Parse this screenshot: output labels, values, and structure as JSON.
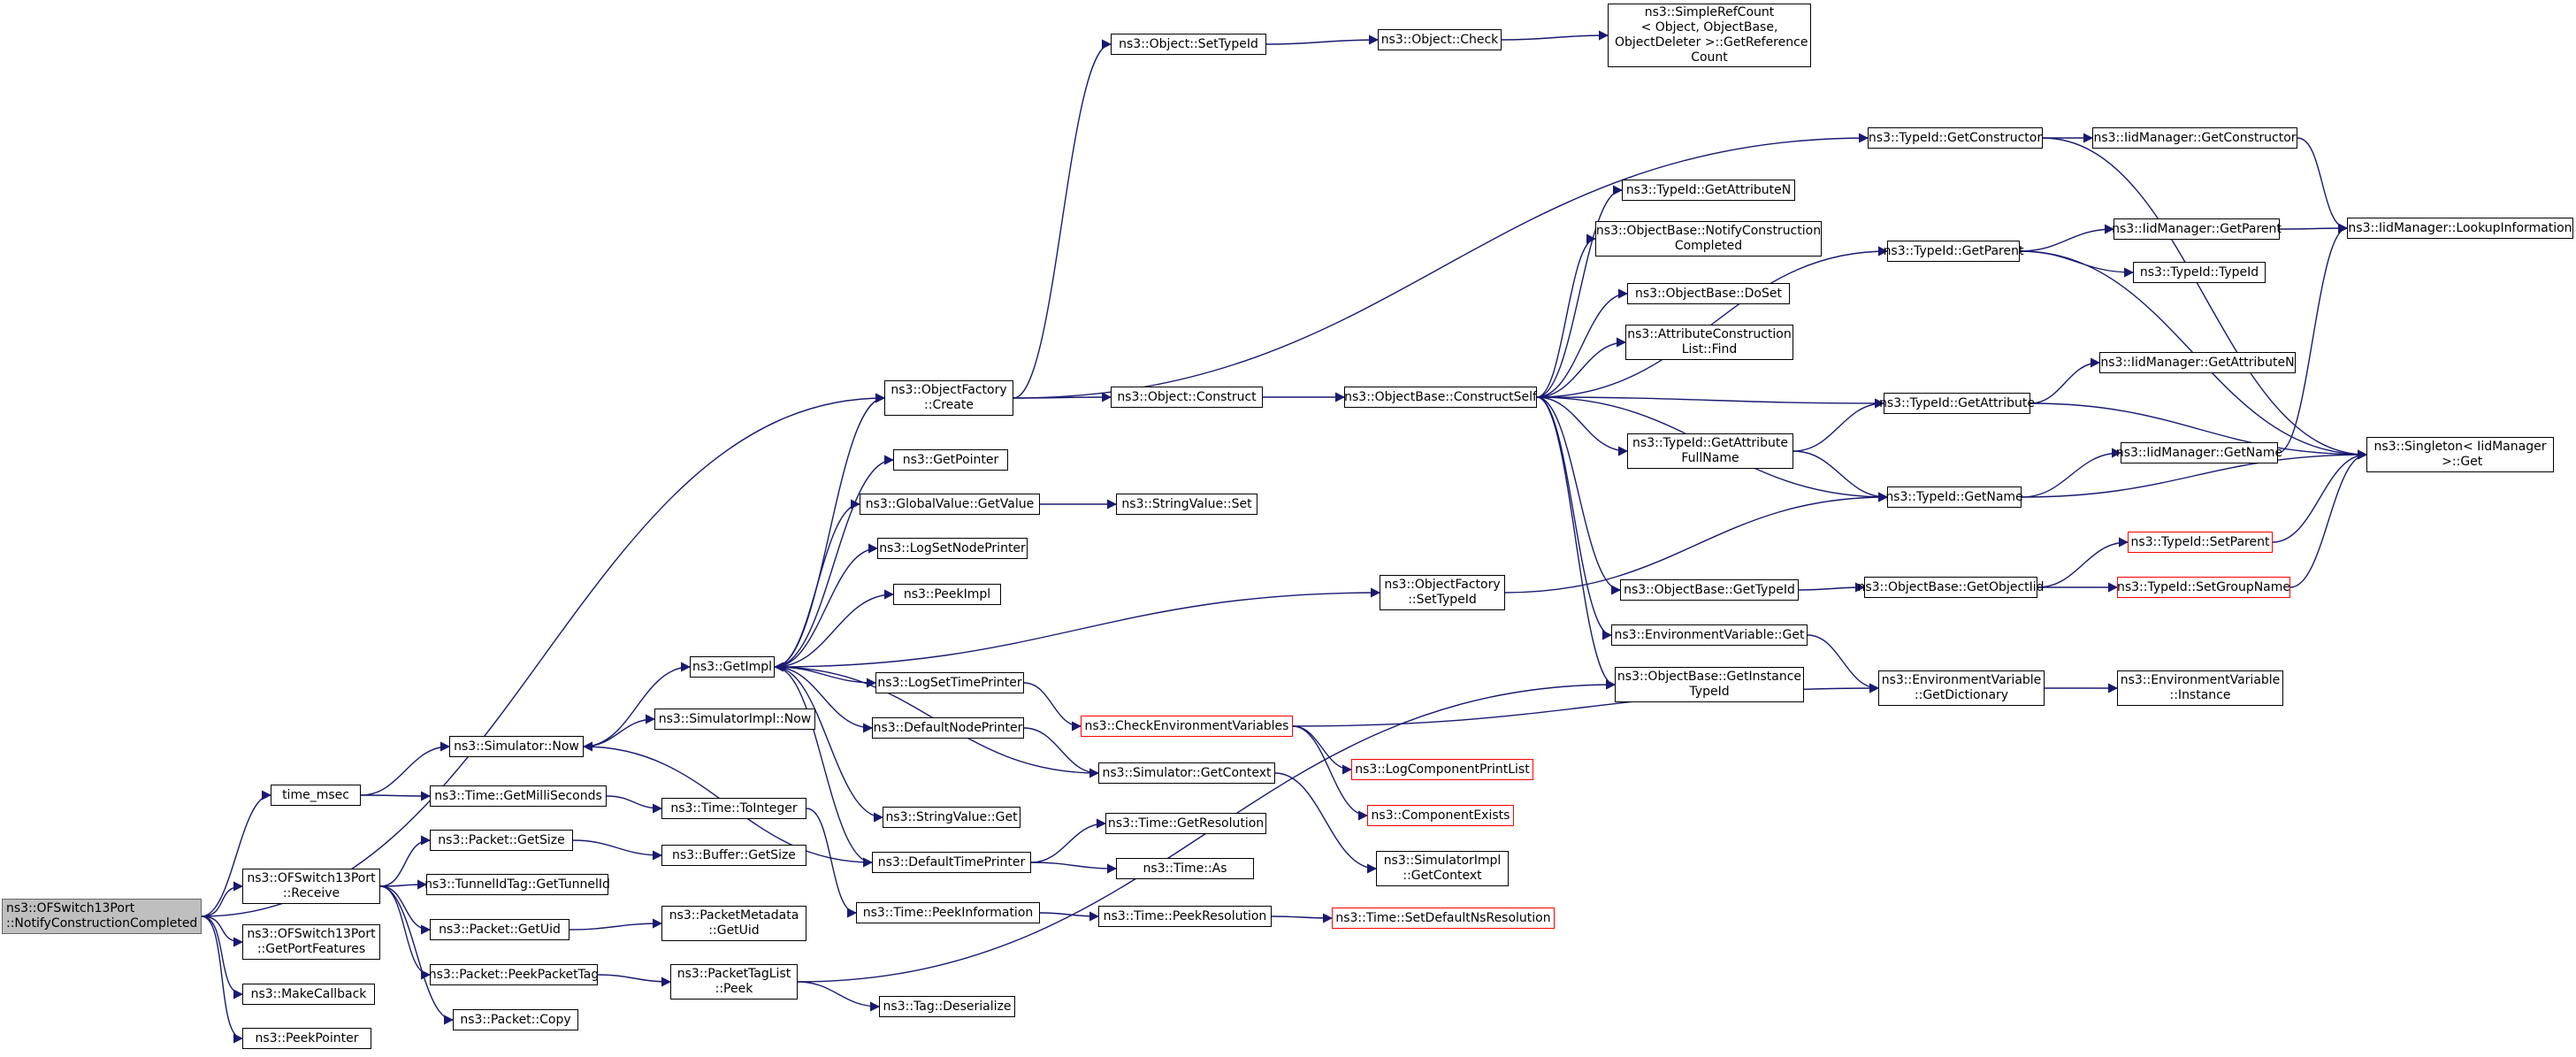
{
  "colors": {
    "edge": "#191970",
    "node_border": "#000000",
    "truncated_border": "#ff0000",
    "root_fill": "#bfbfbf"
  },
  "nodes": {
    "root": "ns3::OFSwitch13Port\n::NotifyConstructionCompleted",
    "time_msec": "time_msec",
    "receive": "ns3::OFSwitch13Port\n::Receive",
    "getportfeatures": "ns3::OFSwitch13Port\n::GetPortFeatures",
    "makecallback": "ns3::MakeCallback",
    "peekpointer": "ns3::PeekPointer",
    "simulator_now": "ns3::Simulator::Now",
    "time_getmilliseconds": "ns3::Time::GetMilliSeconds",
    "packet_getsize": "ns3::Packet::GetSize",
    "tunnelidtag": "ns3::TunnelIdTag::GetTunnelId",
    "packet_getuid": "ns3::Packet::GetUid",
    "packet_peekpackettag": "ns3::Packet::PeekPacketTag",
    "packet_copy": "ns3::Packet::Copy",
    "getimpl": "ns3::GetImpl",
    "simulatorimpl_now": "ns3::SimulatorImpl::Now",
    "time_tointeger": "ns3::Time::ToInteger",
    "buffer_getsize": "ns3::Buffer::GetSize",
    "packetmetadata_getuid": "ns3::PacketMetadata\n::GetUid",
    "packettaglist_peek": "ns3::PacketTagList\n::Peek",
    "objectfactory_create": "ns3::ObjectFactory\n::Create",
    "getpointer": "ns3::GetPointer",
    "globalvalue_getvalue": "ns3::GlobalValue::GetValue",
    "logsetnodeprinter": "ns3::LogSetNodePrinter",
    "peekimpl": "ns3::PeekImpl",
    "logsettimeprinter": "ns3::LogSetTimePrinter",
    "defaultnodeprinter": "ns3::DefaultNodePrinter",
    "stringvalue_get": "ns3::StringValue::Get",
    "defaulttimeprinter": "ns3::DefaultTimePrinter",
    "time_peekinformation": "ns3::Time::PeekInformation",
    "tag_deserialize": "ns3::Tag::Deserialize",
    "object_settypeid": "ns3::Object::SetTypeId",
    "object_construct": "ns3::Object::Construct",
    "stringvalue_set": "ns3::StringValue::Set",
    "checkenvironmentvariables": "ns3::CheckEnvironmentVariables",
    "simulator_getcontext": "ns3::Simulator::GetContext",
    "time_getresolution": "ns3::Time::GetResolution",
    "time_as": "ns3::Time::As",
    "time_peekresolution": "ns3::Time::PeekResolution",
    "object_check": "ns3::Object::Check",
    "objectbase_constructself": "ns3::ObjectBase::ConstructSelf",
    "objectfactory_settypeid": "ns3::ObjectFactory\n::SetTypeId",
    "logcomponentprintlist": "ns3::LogComponentPrintList",
    "componentexists": "ns3::ComponentExists",
    "simulatorimpl_getcontext": "ns3::SimulatorImpl\n::GetContext",
    "time_setdefaultnsresolution": "ns3::Time::SetDefaultNsResolution",
    "simplerefcount": "ns3::SimpleRefCount\n< Object, ObjectBase,\n ObjectDeleter >::GetReference\nCount",
    "typeid_getattributen": "ns3::TypeId::GetAttributeN",
    "objectbase_notifyconstruction": "ns3::ObjectBase::NotifyConstruction\nCompleted",
    "objectbase_doset": "ns3::ObjectBase::DoSet",
    "attributeconstructionlist_find": "ns3::AttributeConstruction\nList::Find",
    "typeid_getattributefullname": "ns3::TypeId::GetAttribute\nFullName",
    "objectbase_gettypeid": "ns3::ObjectBase::GetTypeId",
    "environmentvariable_get": "ns3::EnvironmentVariable::Get",
    "objectbase_getinstancetypeid": "ns3::ObjectBase::GetInstance\nTypeId",
    "typeid_getconstructor": "ns3::TypeId::GetConstructor",
    "typeid_getparent": "ns3::TypeId::GetParent",
    "typeid_getattribute": "ns3::TypeId::GetAttribute",
    "typeid_getname": "ns3::TypeId::GetName",
    "objectbase_getobjectiid": "ns3::ObjectBase::GetObjectIid",
    "environmentvariable_getdictionary": "ns3::EnvironmentVariable\n::GetDictionary",
    "iidmanager_getconstructor": "ns3::IidManager::GetConstructor",
    "iidmanager_getparent": "ns3::IidManager::GetParent",
    "typeid_typeid": "ns3::TypeId::TypeId",
    "iidmanager_getattributen": "ns3::IidManager::GetAttributeN",
    "iidmanager_getname": "ns3::IidManager::GetName",
    "typeid_setparent": "ns3::TypeId::SetParent",
    "typeid_setgroupname": "ns3::TypeId::SetGroupName",
    "environmentvariable_instance": "ns3::EnvironmentVariable\n::Instance",
    "iidmanager_lookupinformation": "ns3::IidManager::LookupInformation",
    "singleton_get": "ns3::Singleton< IidManager\n >::Get"
  },
  "truncated_nodes": [
    "checkenvironmentvariables",
    "logcomponentprintlist",
    "componentexists",
    "time_setdefaultnsresolution",
    "typeid_setparent",
    "typeid_setgroupname"
  ],
  "edges": [
    [
      "root",
      "objectfactory_create"
    ],
    [
      "root",
      "time_msec"
    ],
    [
      "root",
      "receive"
    ],
    [
      "root",
      "getportfeatures"
    ],
    [
      "root",
      "makecallback"
    ],
    [
      "root",
      "peekpointer"
    ],
    [
      "time_msec",
      "simulator_now"
    ],
    [
      "time_msec",
      "time_getmilliseconds"
    ],
    [
      "receive",
      "packet_getsize"
    ],
    [
      "receive",
      "tunnelidtag"
    ],
    [
      "receive",
      "packet_getuid"
    ],
    [
      "receive",
      "packet_peekpackettag"
    ],
    [
      "receive",
      "packet_copy"
    ],
    [
      "simulator_now",
      "getimpl"
    ],
    [
      "simulator_now",
      "simulatorimpl_now"
    ],
    [
      "time_getmilliseconds",
      "time_tointeger"
    ],
    [
      "time_tointeger",
      "time_peekinformation"
    ],
    [
      "packet_getsize",
      "buffer_getsize"
    ],
    [
      "packet_getuid",
      "packetmetadata_getuid"
    ],
    [
      "packet_peekpackettag",
      "packettaglist_peek"
    ],
    [
      "packettaglist_peek",
      "tag_deserialize"
    ],
    [
      "packettaglist_peek",
      "objectbase_getinstancetypeid"
    ],
    [
      "getimpl",
      "objectfactory_create"
    ],
    [
      "getimpl",
      "getpointer"
    ],
    [
      "getimpl",
      "globalvalue_getvalue"
    ],
    [
      "getimpl",
      "logsetnodeprinter"
    ],
    [
      "getimpl",
      "peekimpl"
    ],
    [
      "getimpl",
      "objectfactory_settypeid"
    ],
    [
      "getimpl",
      "logsettimeprinter"
    ],
    [
      "getimpl",
      "defaultnodeprinter"
    ],
    [
      "getimpl",
      "stringvalue_get"
    ],
    [
      "getimpl",
      "defaulttimeprinter"
    ],
    [
      "globalvalue_getvalue",
      "stringvalue_set"
    ],
    [
      "logsettimeprinter",
      "checkenvironmentvariables"
    ],
    [
      "defaultnodeprinter",
      "simulator_getcontext"
    ],
    [
      "simulator_getcontext",
      "getimpl"
    ],
    [
      "simulator_getcontext",
      "simulatorimpl_getcontext"
    ],
    [
      "defaulttimeprinter",
      "simulator_now"
    ],
    [
      "defaulttimeprinter",
      "time_getresolution"
    ],
    [
      "defaulttimeprinter",
      "time_as"
    ],
    [
      "time_peekinformation",
      "time_peekresolution"
    ],
    [
      "time_peekresolution",
      "time_setdefaultnsresolution"
    ],
    [
      "checkenvironmentvariables",
      "environmentvariable_getdictionary"
    ],
    [
      "checkenvironmentvariables",
      "logcomponentprintlist"
    ],
    [
      "checkenvironmentvariables",
      "componentexists"
    ],
    [
      "objectfactory_create",
      "object_settypeid"
    ],
    [
      "objectfactory_create",
      "object_construct"
    ],
    [
      "objectfactory_create",
      "typeid_getconstructor"
    ],
    [
      "object_settypeid",
      "object_check"
    ],
    [
      "object_check",
      "simplerefcount"
    ],
    [
      "object_construct",
      "objectbase_constructself"
    ],
    [
      "objectfactory_settypeid",
      "typeid_getname"
    ],
    [
      "objectbase_constructself",
      "typeid_getattributen"
    ],
    [
      "objectbase_constructself",
      "objectbase_notifyconstruction"
    ],
    [
      "objectbase_constructself",
      "objectbase_doset"
    ],
    [
      "objectbase_constructself",
      "attributeconstructionlist_find"
    ],
    [
      "objectbase_constructself",
      "typeid_getattribute"
    ],
    [
      "objectbase_constructself",
      "typeid_getattributefullname"
    ],
    [
      "objectbase_constructself",
      "typeid_getname"
    ],
    [
      "objectbase_constructself",
      "objectbase_gettypeid"
    ],
    [
      "objectbase_constructself",
      "environmentvariable_get"
    ],
    [
      "objectbase_constructself",
      "objectbase_getinstancetypeid"
    ],
    [
      "objectbase_constructself",
      "typeid_getparent"
    ],
    [
      "typeid_getattributefullname",
      "typeid_getattribute"
    ],
    [
      "typeid_getattributefullname",
      "typeid_getname"
    ],
    [
      "objectbase_gettypeid",
      "objectbase_getobjectiid"
    ],
    [
      "environmentvariable_get",
      "environmentvariable_getdictionary"
    ],
    [
      "typeid_getconstructor",
      "iidmanager_getconstructor"
    ],
    [
      "typeid_getconstructor",
      "singleton_get"
    ],
    [
      "typeid_getparent",
      "iidmanager_getparent"
    ],
    [
      "typeid_getparent",
      "typeid_typeid"
    ],
    [
      "typeid_getparent",
      "singleton_get"
    ],
    [
      "typeid_getattribute",
      "iidmanager_getattributen"
    ],
    [
      "typeid_getattribute",
      "singleton_get"
    ],
    [
      "typeid_getname",
      "iidmanager_getname"
    ],
    [
      "typeid_getname",
      "singleton_get"
    ],
    [
      "objectbase_getobjectiid",
      "typeid_setparent"
    ],
    [
      "objectbase_getobjectiid",
      "typeid_setgroupname"
    ],
    [
      "environmentvariable_getdictionary",
      "environmentvariable_instance"
    ],
    [
      "iidmanager_getconstructor",
      "iidmanager_lookupinformation"
    ],
    [
      "iidmanager_getparent",
      "iidmanager_lookupinformation"
    ],
    [
      "iidmanager_getname",
      "iidmanager_lookupinformation"
    ],
    [
      "typeid_setparent",
      "singleton_get"
    ],
    [
      "typeid_setgroupname",
      "singleton_get"
    ]
  ]
}
